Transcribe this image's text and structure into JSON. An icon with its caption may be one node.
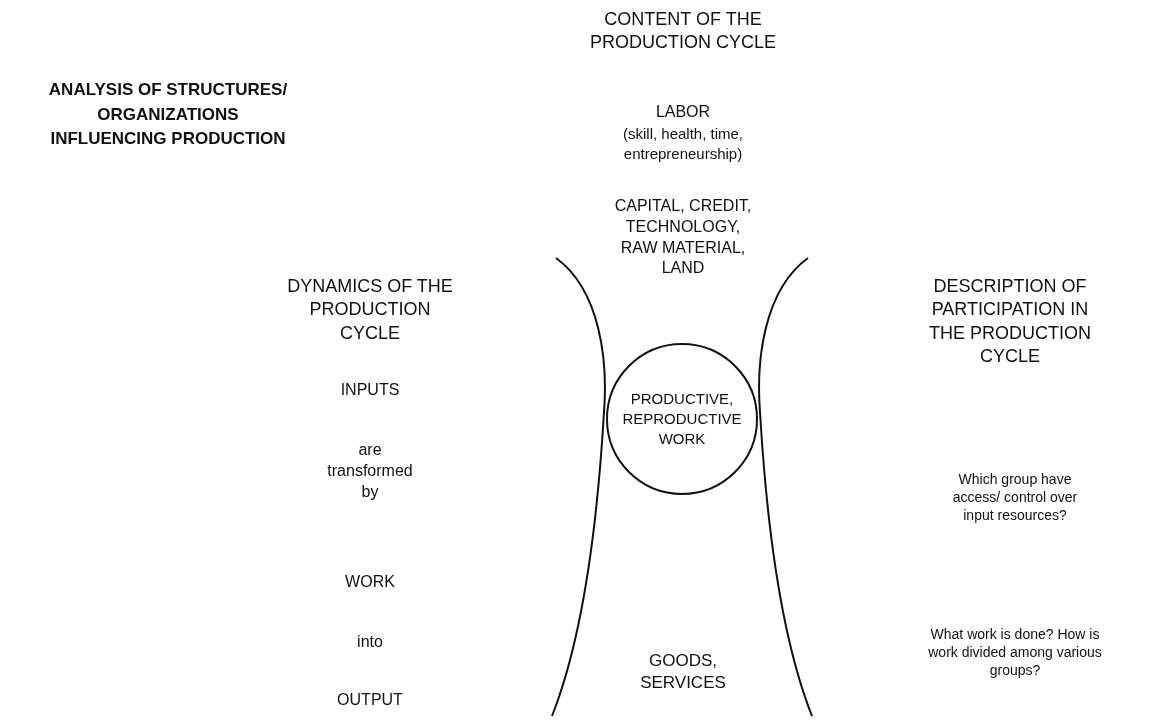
{
  "diagram": {
    "title": "ANALYSIS OF STRUCTURES/ ORGANIZATIONS INFLUENCING PRODUCTION",
    "nodes": [
      {
        "text": [
          "PRODUCTIVE, REPRODUCTIVE WORK"
        ]
      }
    ],
    "labels": [
      "CONTENT OF THE PRODUCTION CYCLE",
      "LABOR",
      "(skill, health, time, entrepreneurship)",
      "CAPITAL, CREDIT, TECHNOLOGY, RAW MATERIAL, LAND",
      "DYNAMICS OF THE PRODUCTION CYCLE",
      "DESCRIPTION OF PARTICIPATION IN THE PRODUCTION CYCLE",
      "INPUTS",
      "are transformed by",
      "WORK",
      "into",
      "OUTPUT",
      "Which group have access/ control over input resources?",
      "What work is done? How is work divided among various groups?",
      "GOODS, SERVICES"
    ]
  }
}
